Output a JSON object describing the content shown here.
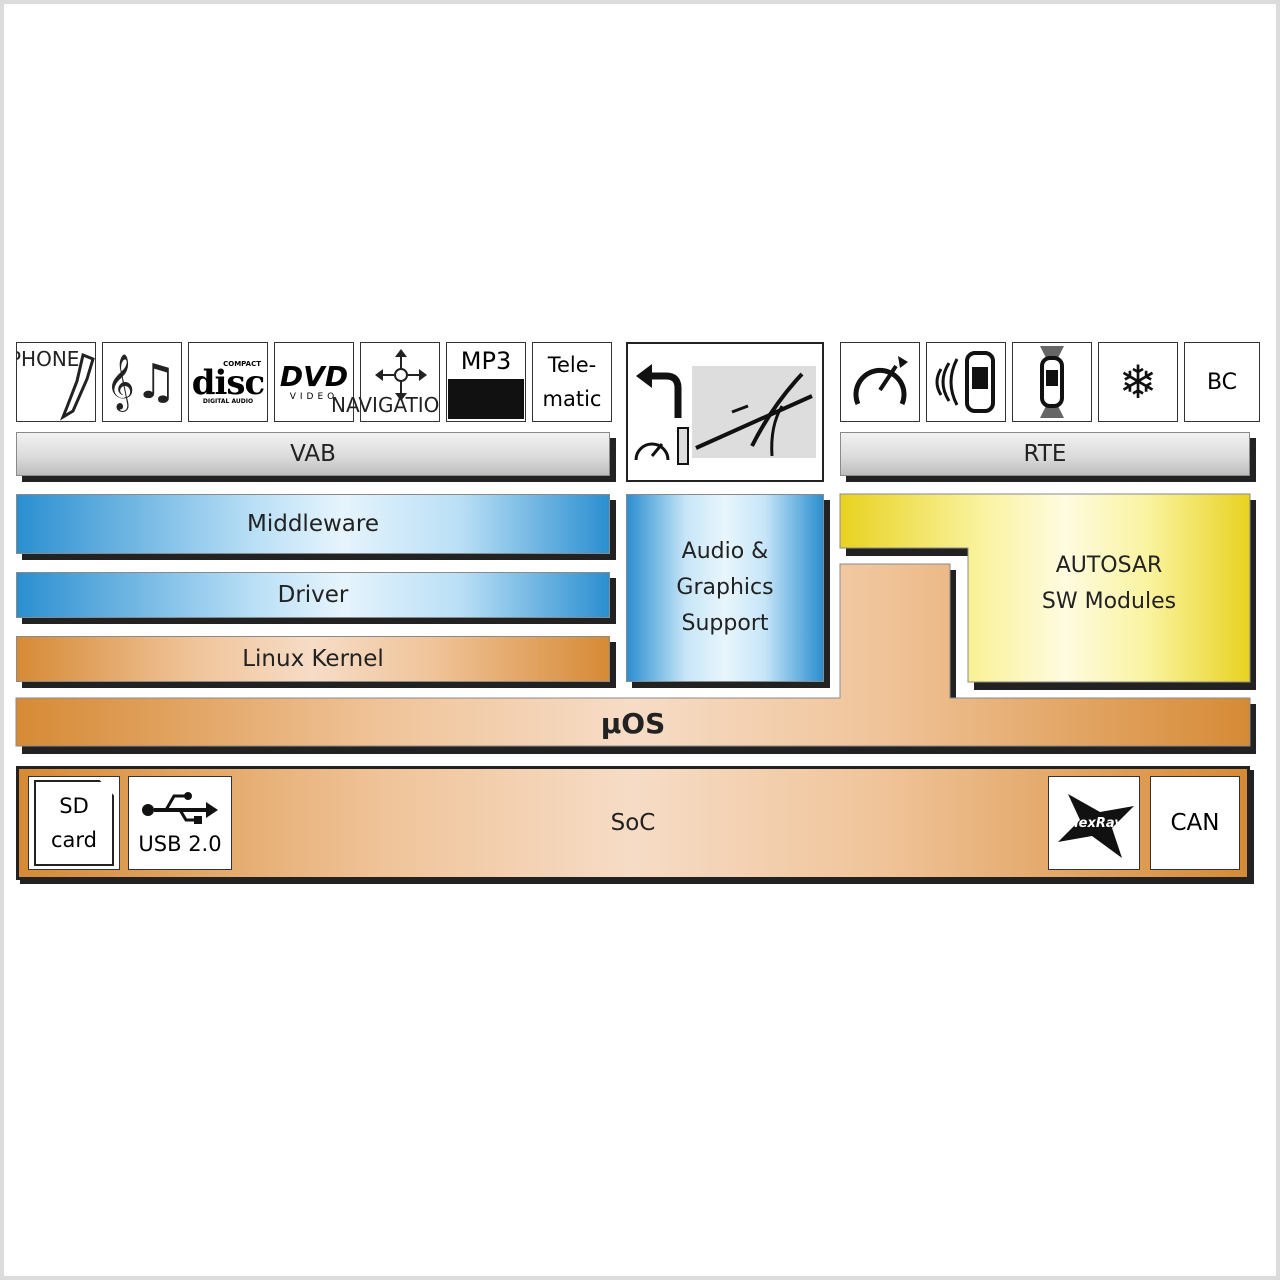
{
  "icons_left": {
    "phone": "PHONE",
    "navigation": "NAVIGATIO",
    "mp3": "MP3",
    "telematic_line1": "Tele-",
    "telematic_line2": "matic",
    "disc_small": "COMPACT",
    "disc_big": "disc",
    "disc_sub": "DIGITAL AUDIO",
    "dvd": "DVD",
    "dvd_sub": "VIDEO"
  },
  "icons_right": {
    "bc": "BC"
  },
  "layers": {
    "vab": "VAB",
    "rte": "RTE",
    "middleware": "Middleware",
    "driver": "Driver",
    "linux_kernel": "Linux Kernel",
    "audio_graphics_line1": "Audio &",
    "audio_graphics_line2": "Graphics",
    "audio_graphics_line3": "Support",
    "autosar_line1": "AUTOSAR",
    "autosar_line2": "SW Modules",
    "uos": "µOS",
    "soc": "SoC"
  },
  "peripherals": {
    "sd_line1": "SD",
    "sd_line2": "card",
    "usb": "USB 2.0",
    "flexray": "FlexRay",
    "can": "CAN"
  }
}
